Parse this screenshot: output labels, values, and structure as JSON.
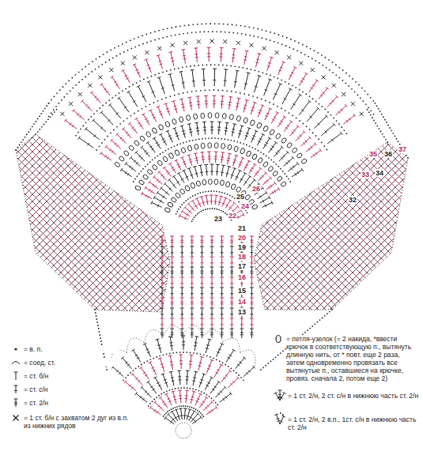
{
  "diagram": {
    "labels": [
      "13",
      "14",
      "15",
      "16",
      "17",
      "18",
      "19",
      "20",
      "21",
      "22",
      "23",
      "24",
      "25",
      "26",
      "32",
      "33",
      "34",
      "35",
      "36",
      "37"
    ],
    "legend": [
      {
        "text": "= в. п."
      },
      {
        "text": "= соед. ст."
      },
      {
        "text": "= ст. б/н"
      },
      {
        "text": "= ст. с/н"
      },
      {
        "text": "= ст. 2/н"
      },
      {
        "text": "= 1 ст. б/н с захватом 2 дуг из в.п. из нижних рядов"
      },
      {
        "text": "= петля-узелок (= 2 накида, *ввести крючок в соответствующую п., вытянуть длинную нить, от * повт. еще 2 раза, затем одновременно провязать все вытянутые п., оставшиеся на крючке, провяз. сначала 2, потом еще 2)"
      },
      {
        "text": "= 1 ст. 2/н, 2 ст. с/н в нижнюю часть ст. 2/н"
      },
      {
        "text": "= 1 ст. 2/н, 2 в.п., 1ст. с/н в нижнюю часть ст. 2/н"
      }
    ]
  }
}
